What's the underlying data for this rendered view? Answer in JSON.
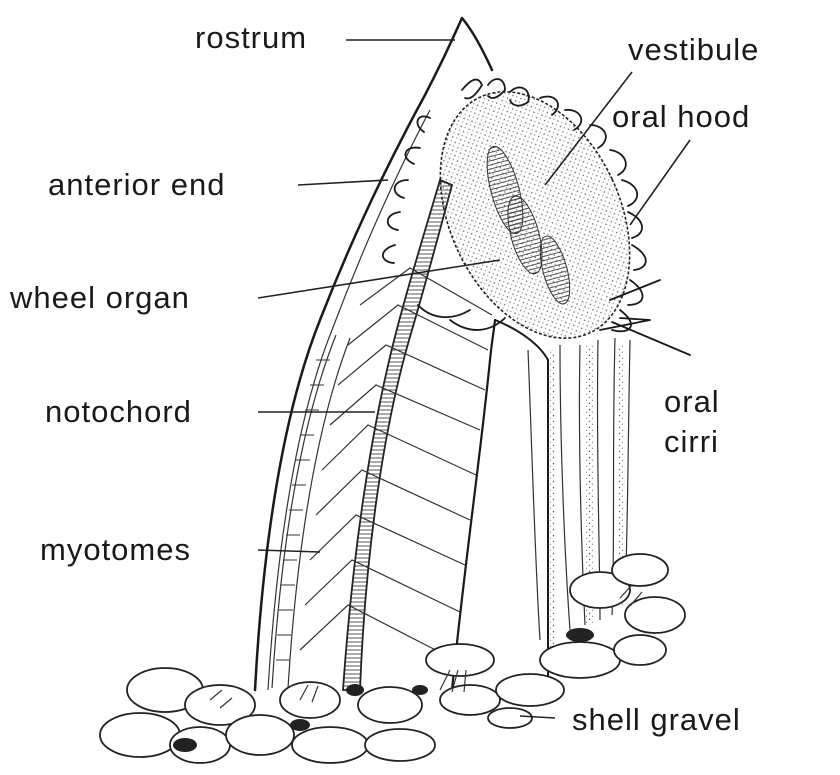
{
  "labels": {
    "rostrum": "rostrum",
    "vestibule": "vestibule",
    "oral_hood": "oral hood",
    "anterior_end": "anterior end",
    "wheel_organ": "wheel organ",
    "notochord": "notochord",
    "oral_cirri_line1": "oral",
    "oral_cirri_line2": "cirri",
    "myotomes": "myotomes",
    "shell_gravel": "shell gravel"
  }
}
